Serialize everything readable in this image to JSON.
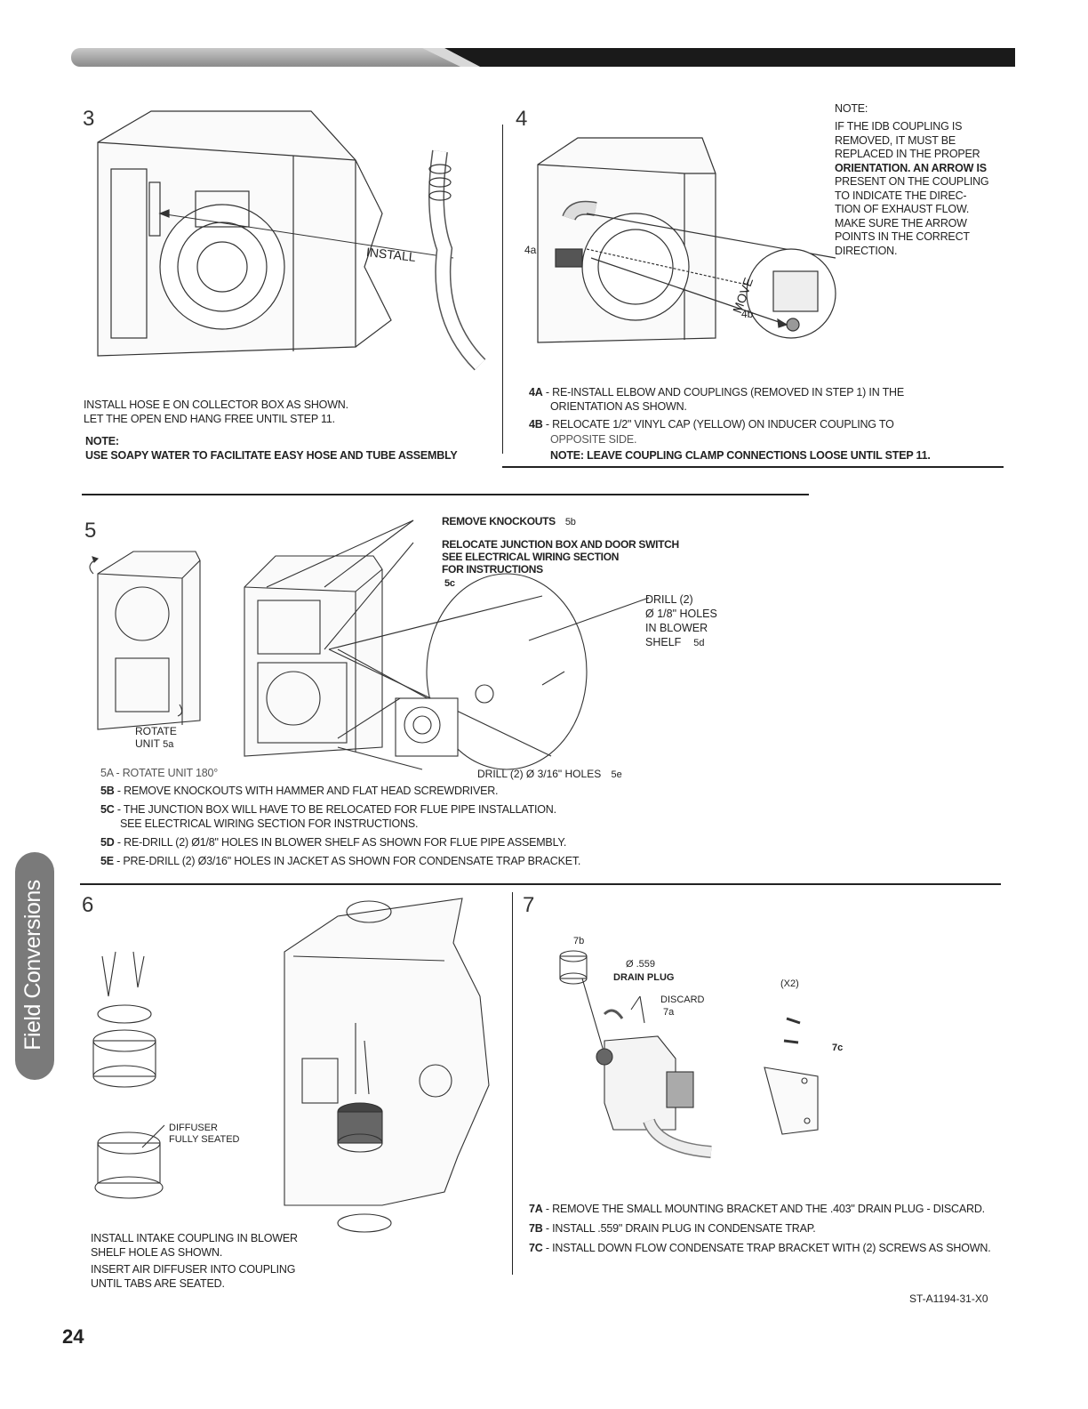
{
  "page": {
    "number": "24",
    "side_tab": "Field Conversions",
    "doc_id": "ST-A1194-31-X0"
  },
  "step3": {
    "num": "3",
    "callout": "INSTALL",
    "text1": "INSTALL HOSE E ON COLLECTOR BOX AS SHOWN.",
    "text2": "LET THE OPEN END HANG FREE UNTIL STEP 11.",
    "note_head": "NOTE:",
    "note_body": "USE SOAPY WATER TO FACILITATE EASY HOSE AND TUBE ASSEMBLY"
  },
  "step4": {
    "num": "4",
    "label_4a": "4a",
    "label_4b": "4b",
    "callout": "MOVE",
    "note_head": "NOTE:",
    "note_lines": [
      "IF THE IDB COUPLING IS",
      "REMOVED, IT MUST BE",
      "REPLACED IN THE PROPER",
      "ORIENTATION. AN ARROW IS",
      "PRESENT ON THE COUPLING",
      "TO INDICATE THE DIREC-",
      "TION OF EXHAUST FLOW.",
      "MAKE SURE THE ARROW",
      "POINTS IN THE CORRECT",
      "DIRECTION."
    ],
    "a_label": "4a",
    "a_text": "- RE-INSTALL ELBOW AND COUPLINGS (REMOVED IN STEP 1) IN THE",
    "a_text2": "ORIENTATION AS SHOWN.",
    "b_label": "4b",
    "b_text": "- RELOCATE 1/2\" VINYL CAP (YELLOW) ON INDUCER COUPLING TO",
    "b_text2": "OPPOSITE SIDE.",
    "note": "NOTE:   LEAVE COUPLING CLAMP CONNECTIONS LOOSE UNTIL STEP 11."
  },
  "step5": {
    "num": "5",
    "callout_knockouts": "REMOVE KNOCKOUTS",
    "callout_knockouts_ref": "5b",
    "callout_relocate_1": "RELOCATE JUNCTION BOX AND DOOR SWITCH",
    "callout_relocate_2": "SEE ELECTRICAL WIRING SECTION",
    "callout_relocate_3": "FOR INSTRUCTIONS",
    "callout_relocate_ref": "5c",
    "callout_drill_1": "DRILL (2)",
    "callout_drill_2": "Ø 1/8\" HOLES",
    "callout_drill_3": "IN BLOWER",
    "callout_drill_4": "SHELF",
    "callout_drill_ref": "5d",
    "callout_drill_jacket": "DRILL (2) Ø 3/16\" HOLES",
    "callout_drill_jacket_ref": "5e",
    "rotate_1": "ROTATE",
    "rotate_2": "UNIT",
    "rotate_ref": "5a",
    "lines": [
      {
        "label": "5a",
        "text": "- ROTATE UNIT 180°"
      },
      {
        "label": "5b",
        "text": "- REMOVE KNOCKOUTS WITH HAMMER AND FLAT HEAD SCREWDRIVER."
      },
      {
        "label": "5c",
        "text": "- THE JUNCTION BOX WILL HAVE TO BE RELOCATED FOR FLUE PIPE INSTALLATION."
      },
      {
        "label": "",
        "text": "SEE ELECTRICAL WIRING SECTION FOR INSTRUCTIONS."
      },
      {
        "label": "5d",
        "text": "- RE-DRILL (2) Ø1/8\" HOLES IN BLOWER SHELF AS SHOWN FOR FLUE PIPE ASSEMBLY."
      },
      {
        "label": "5e",
        "text": "- PRE-DRILL (2) Ø3/16\" HOLES IN JACKET AS SHOWN FOR CONDENSATE TRAP BRACKET."
      }
    ]
  },
  "step6": {
    "num": "6",
    "callout_1": "DIFFUSER",
    "callout_2": "FULLY SEATED",
    "text1": "INSTALL INTAKE COUPLING IN BLOWER",
    "text2": "SHELF HOLE AS SHOWN.",
    "text3": "INSERT AIR DIFFUSER INTO COUPLING",
    "text4": "UNTIL TABS ARE SEATED."
  },
  "step7": {
    "num": "7",
    "ref_7b": "7b",
    "plug_size": "Ø  .559",
    "plug_name": "DRAIN PLUG",
    "discard": "DISCARD",
    "ref_7a": "7a",
    "qty": "(X2)",
    "ref_7c": "7c",
    "lines": [
      {
        "label": "7a",
        "text": "- REMOVE THE SMALL MOUNTING BRACKET AND THE .403\" DRAIN PLUG - DISCARD."
      },
      {
        "label": "7b",
        "text": "- INSTALL .559\" DRAIN PLUG IN CONDENSATE TRAP."
      },
      {
        "label": "7c",
        "text": "- INSTALL DOWN FLOW CONDENSATE TRAP BRACKET WITH (2) SCREWS AS SHOWN."
      }
    ]
  },
  "colors": {
    "header_dark": "#1a1a1a",
    "header_light": "#9a9a9a",
    "tab": "#7a7a7a"
  }
}
